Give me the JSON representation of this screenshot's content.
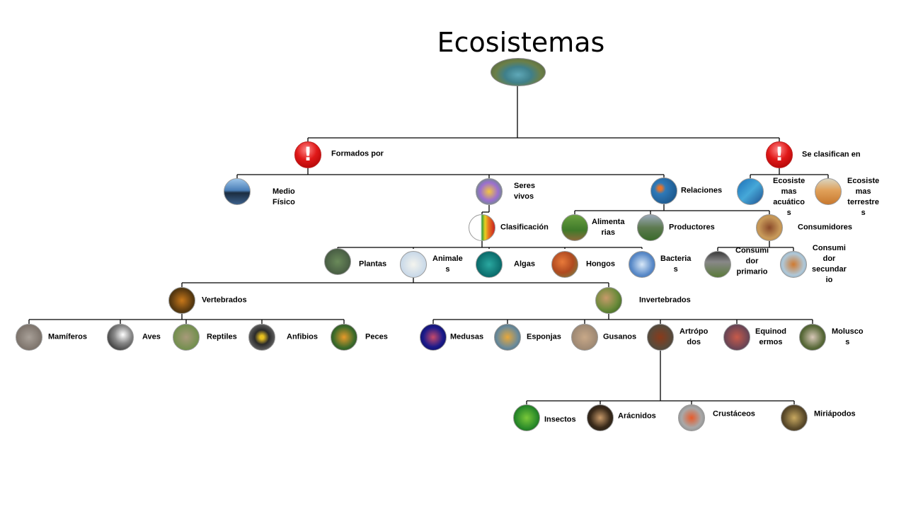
{
  "title": "Ecosistemas",
  "nodes": {
    "formados": {
      "label": "Formados por",
      "icon": "alert-icon"
    },
    "clasifican": {
      "label": "Se clasifican  en",
      "icon": "alert-icon"
    },
    "medio": {
      "label": "Medio\nFísico",
      "icon": "lake-icon"
    },
    "seres": {
      "label": "Seres\nvivos",
      "icon": "cartoon-animals-icon"
    },
    "relaciones": {
      "label": "Relaciones",
      "icon": "clownfish-icon"
    },
    "acuaticos": {
      "label": "Ecosiste\nmas\nacuático\ns",
      "icon": "ocean-icon"
    },
    "terrestres": {
      "label": "Ecosiste\nmas\nterrestre\ns",
      "icon": "desert-icon"
    },
    "clasificacion": {
      "label": "Clasificación",
      "icon": "chart-icon"
    },
    "alimentarias": {
      "label": "Alimenta\nrias",
      "icon": "grassland-icon"
    },
    "productores": {
      "label": "Productores",
      "icon": "plants-icon"
    },
    "consumidores": {
      "label": "Consumidores",
      "icon": "predator-icon"
    },
    "primario": {
      "label": "Consumi\ndor\nprimario",
      "icon": "zebra-icon"
    },
    "secundario": {
      "label": "Consumi\ndor\nsecundar\nio",
      "icon": "tiger-icon"
    },
    "plantas": {
      "label": "Plantas",
      "icon": "forest-icon"
    },
    "animales": {
      "label": "Animale\ns",
      "icon": "polar-bear-icon"
    },
    "algas": {
      "label": "Algas",
      "icon": "algae-icon"
    },
    "hongos": {
      "label": "Hongos",
      "icon": "mushroom-icon"
    },
    "bacterias": {
      "label": "Bacteria\ns",
      "icon": "bacteria-icon"
    },
    "vertebrados": {
      "label": "Vertebrados",
      "icon": "frog-icon"
    },
    "invertebrados": {
      "label": "Invertebrados",
      "icon": "snail-icon"
    },
    "mamiferos": {
      "label": "Mamíferos",
      "icon": "cat-icon"
    },
    "aves": {
      "label": "Aves",
      "icon": "eagle-icon"
    },
    "reptiles": {
      "label": "Reptiles",
      "icon": "turtle-icon"
    },
    "anfibios": {
      "label": "Anfibios",
      "icon": "salamander-icon"
    },
    "peces": {
      "label": "Peces",
      "icon": "fish-icon"
    },
    "medusas": {
      "label": "Medusas",
      "icon": "jellyfish-icon"
    },
    "esponjas": {
      "label": "Esponjas",
      "icon": "sponge-icon"
    },
    "gusanos": {
      "label": "Gusanos",
      "icon": "worm-icon"
    },
    "artropodos": {
      "label": "Artrópo\ndos",
      "icon": "centipede-icon"
    },
    "equinodermos": {
      "label": "Equinod\nermos",
      "icon": "starfish-icon"
    },
    "moluscos": {
      "label": "Molusco\ns",
      "icon": "snail-icon"
    },
    "insectos": {
      "label": "Insectos",
      "icon": "insect-icon"
    },
    "aracnidos": {
      "label": "Arácnidos",
      "icon": "spider-icon"
    },
    "crustaceos": {
      "label": "Crustáceos",
      "icon": "crab-icon"
    },
    "miriapodos": {
      "label": "Miriápodos",
      "icon": "millipede-icon"
    }
  }
}
